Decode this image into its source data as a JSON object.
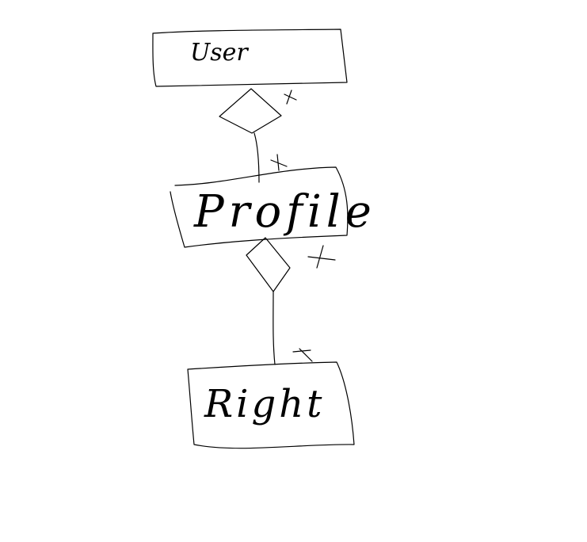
{
  "diagram": {
    "entities": [
      {
        "id": "user",
        "label": "User"
      },
      {
        "id": "profile",
        "label": "Profile"
      },
      {
        "id": "right",
        "label": "Right"
      }
    ],
    "relationships": [
      {
        "from": "user",
        "to": "profile",
        "from_cardinality": "*",
        "to_cardinality": "*"
      },
      {
        "from": "profile",
        "to": "right",
        "from_cardinality": "*",
        "to_cardinality": "*"
      }
    ],
    "colors": {
      "ink": "#000000",
      "background": "#ffffff"
    }
  }
}
